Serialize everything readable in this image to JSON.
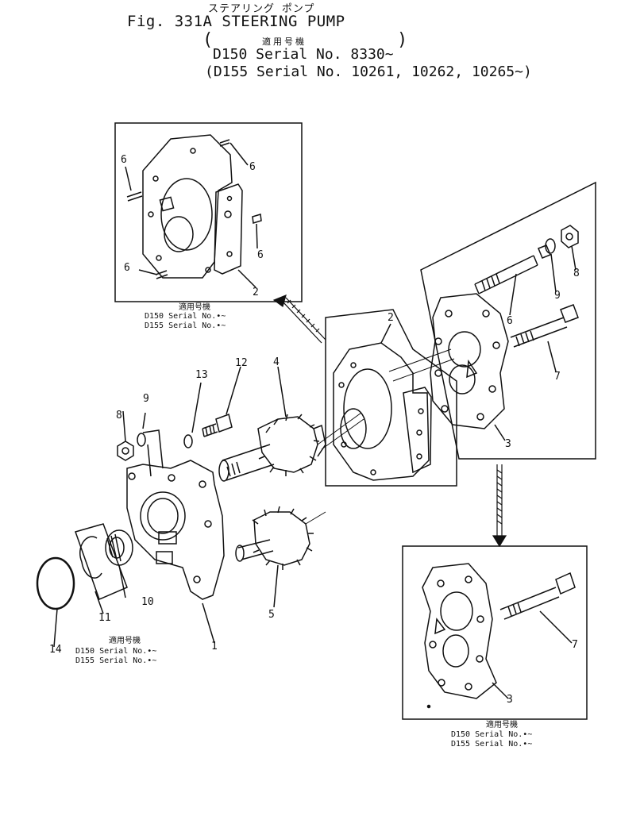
{
  "header": {
    "jp_title": "ステアリング ポンプ",
    "fig_title": "Fig. 331A STEERING PUMP",
    "applicability_jp": "適用号機",
    "serial_lines": [
      "D150 Serial No. 8330~",
      "(D155 Serial No. 10261, 10262, 10265~)"
    ],
    "bracket_left": "(",
    "bracket_right": ")"
  },
  "callouts": [
    "1",
    "2",
    "2",
    "3",
    "3",
    "4",
    "5",
    "6",
    "6",
    "6",
    "6",
    "6",
    "7",
    "7",
    "8",
    "8",
    "9",
    "9",
    "10",
    "11",
    "12",
    "13",
    "14"
  ],
  "notes": {
    "upper": {
      "heading": "適用号機",
      "lines": [
        "D150  Serial No.•~",
        "D155  Serial No.•~"
      ]
    },
    "lower_left": {
      "heading": "適用号機",
      "lines": [
        "D150  Serial No.•~",
        "D155  Serial No.•~"
      ]
    },
    "lower_right": {
      "heading": "適用号機",
      "lines": [
        "D150  Serial No.•~",
        "D155  Serial No.•~"
      ]
    }
  }
}
